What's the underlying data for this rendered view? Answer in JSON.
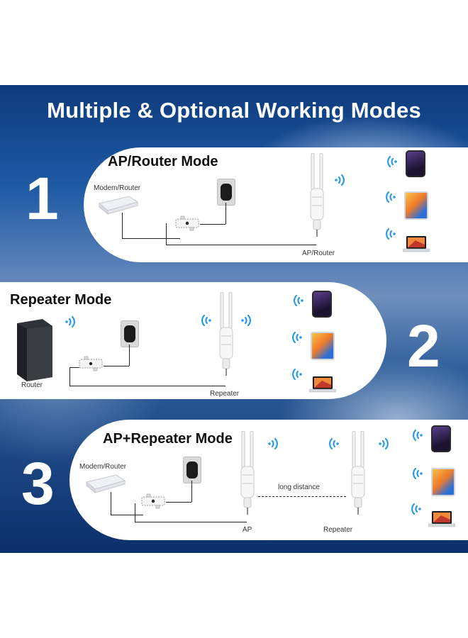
{
  "title": "Multiple & Optional Working Modes",
  "sections": [
    {
      "number": "1",
      "mode": "AP/Router Mode",
      "labels": {
        "modem": "Modem/Router",
        "device": "AP/Router"
      }
    },
    {
      "number": "2",
      "mode": "Repeater Mode",
      "labels": {
        "router": "Router",
        "device": "Repeater"
      }
    },
    {
      "number": "3",
      "mode": "AP+Repeater Mode",
      "labels": {
        "modem": "Modem/Router",
        "ap": "AP",
        "distance": "long distance",
        "repeater": "Repeater"
      }
    }
  ],
  "colors": {
    "wifi": "#2a9be0",
    "banner_dark": "#0e3a7c",
    "panel": "#ffffff"
  }
}
